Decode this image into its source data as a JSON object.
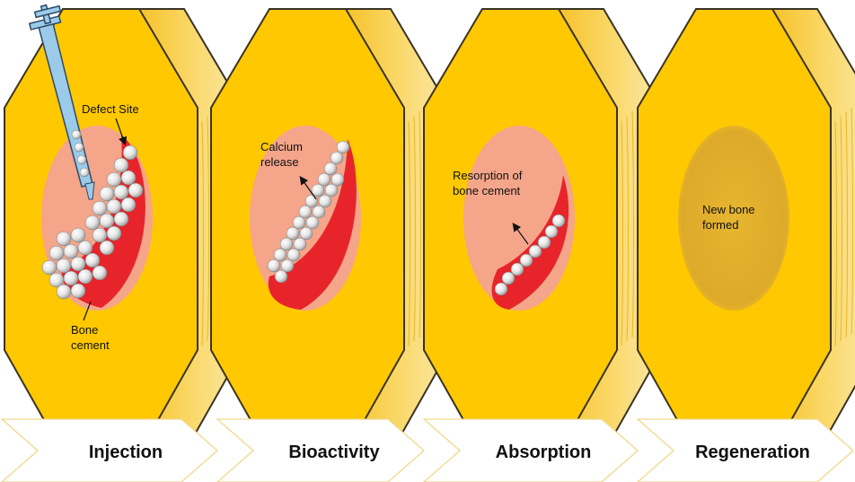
{
  "annotations": {
    "defect_site": "Defect Site",
    "bone_cement": [
      "Bone",
      "cement"
    ],
    "calcium_release": [
      "Calcium",
      "release"
    ],
    "resorption": [
      "Resorption of",
      "bone cement"
    ],
    "new_bone": [
      "New bone",
      "formed"
    ]
  },
  "stages": [
    {
      "label": "Injection"
    },
    {
      "label": "Bioactivity"
    },
    {
      "label": "Absorption"
    },
    {
      "label": "Regeneration"
    }
  ],
  "colors": {
    "bone_face": "#FFC800",
    "bone_side": "#F2C230",
    "outline": "#3a3324",
    "defect_pink": "#F4A58A",
    "defect_red": "#E8242B",
    "new_bone": "#E0B030",
    "syringe": "#9CCBEA",
    "arrow_outline": "#F0D98A"
  }
}
